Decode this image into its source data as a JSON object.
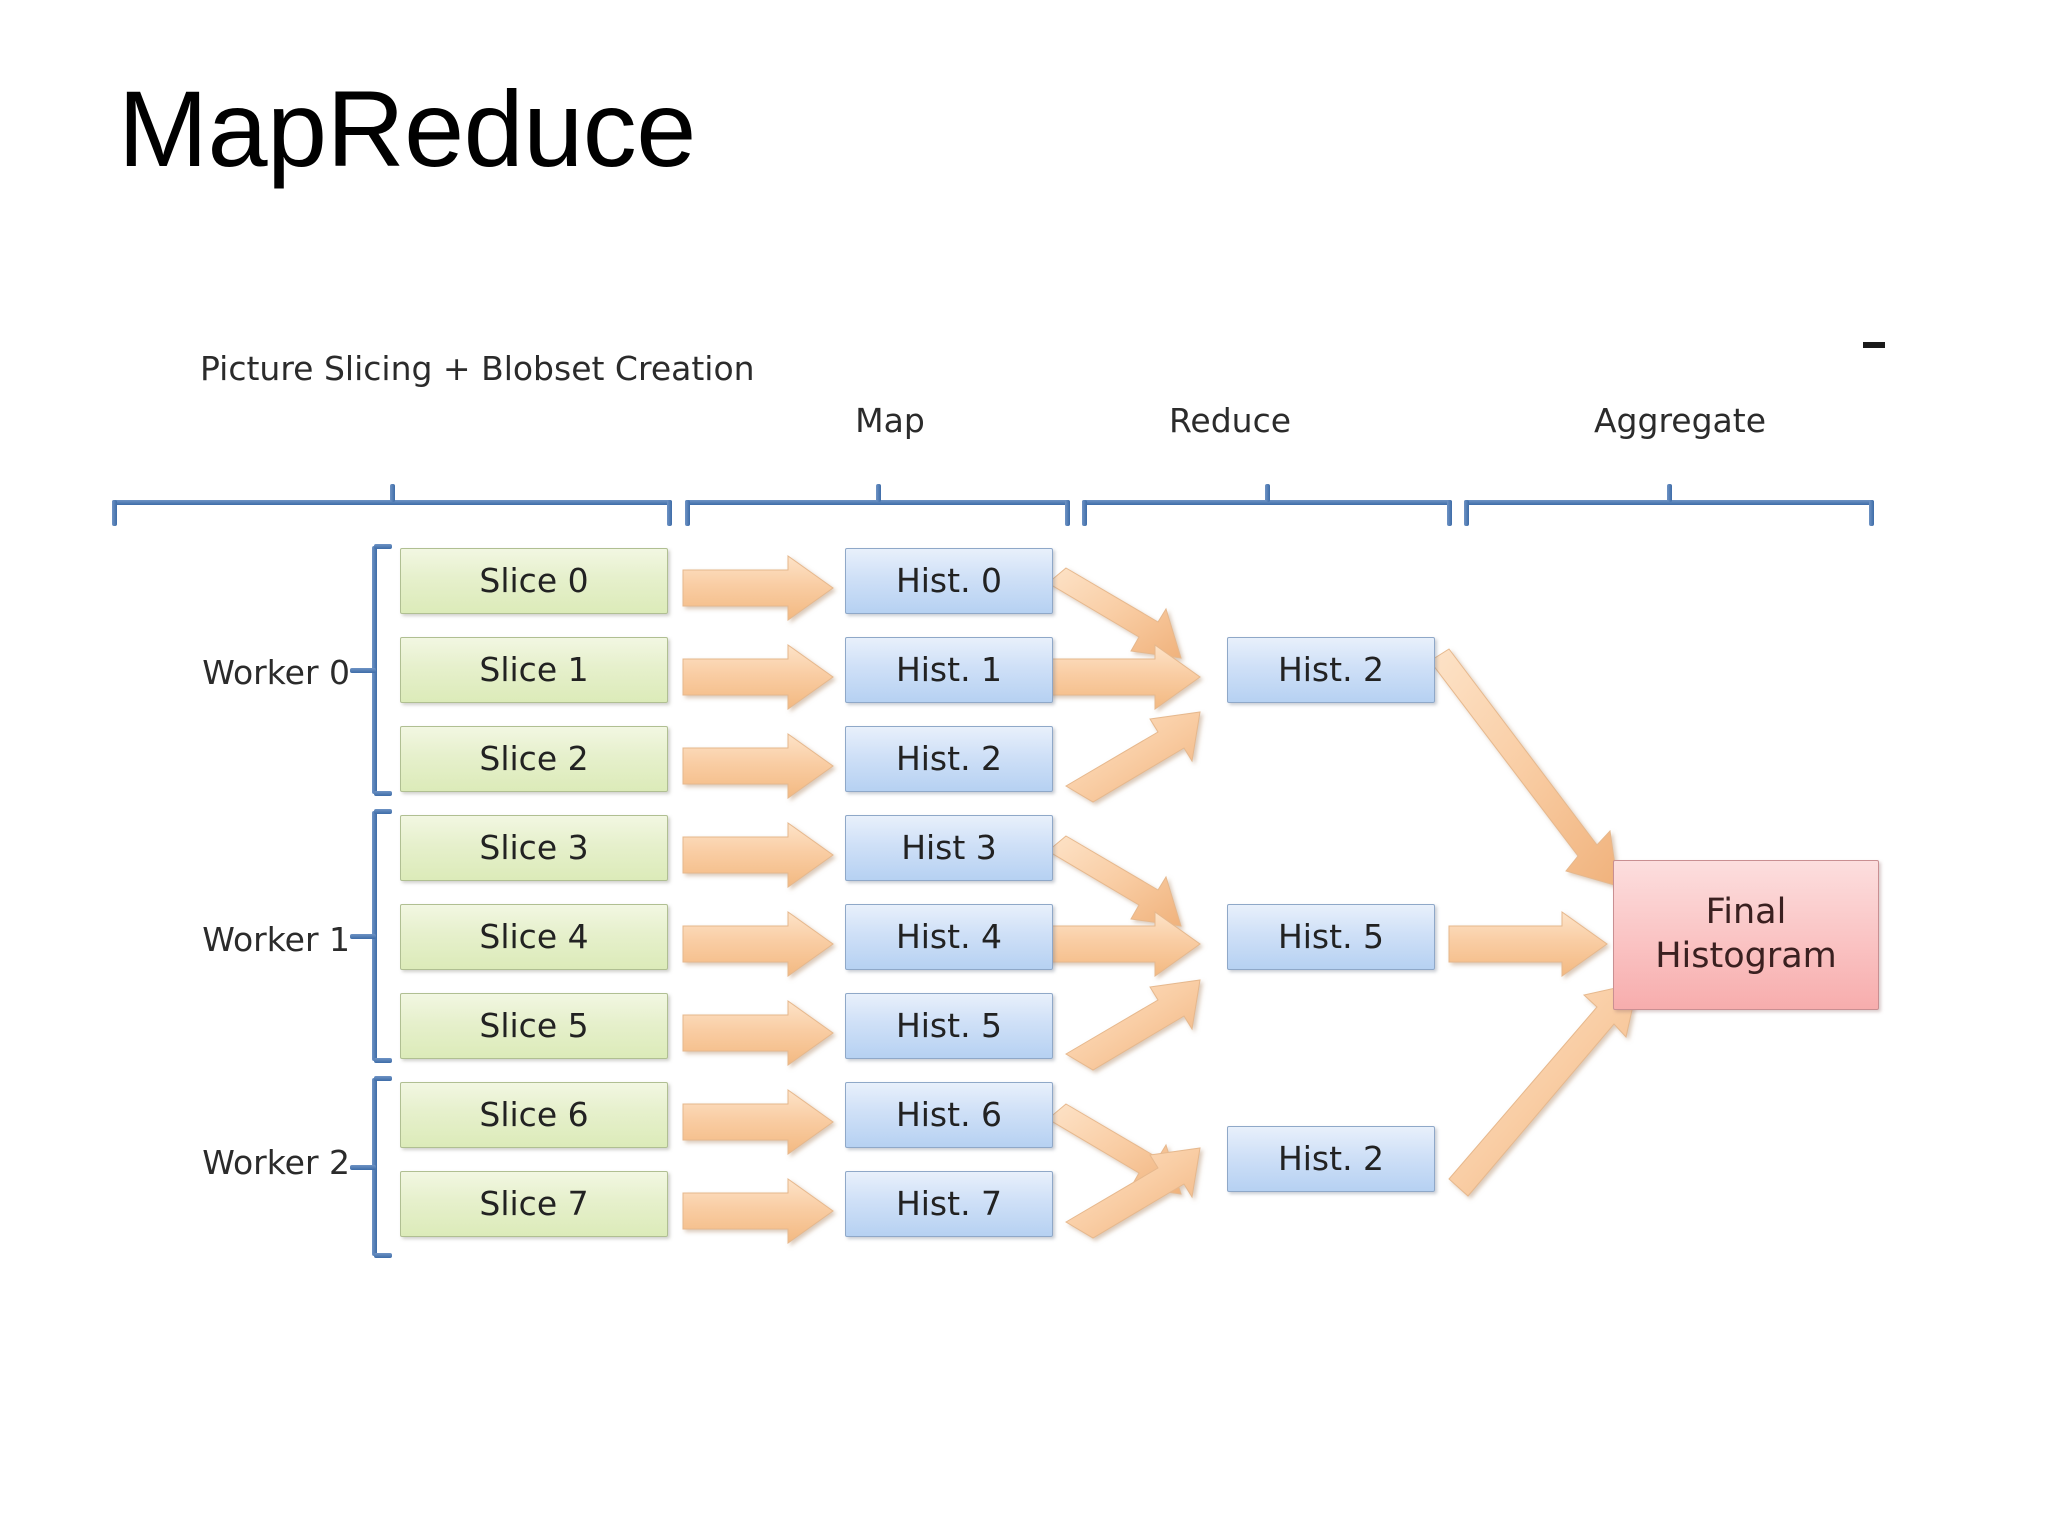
{
  "slide": {
    "title": "MapReduce",
    "background_color": "#ffffff"
  },
  "stages": [
    {
      "id": "slicing",
      "label": "Picture Slicing +\nBlobset Creation"
    },
    {
      "id": "map",
      "label": "Map"
    },
    {
      "id": "reduce",
      "label": "Reduce"
    },
    {
      "id": "aggregate",
      "label": "Aggregate"
    }
  ],
  "workers": [
    {
      "id": "worker-0",
      "label": "Worker 0"
    },
    {
      "id": "worker-1",
      "label": "Worker 1"
    },
    {
      "id": "worker-2",
      "label": "Worker 2"
    }
  ],
  "slices": [
    {
      "label": "Slice 0"
    },
    {
      "label": "Slice 1"
    },
    {
      "label": "Slice 2"
    },
    {
      "label": "Slice 3"
    },
    {
      "label": "Slice 4"
    },
    {
      "label": "Slice 5"
    },
    {
      "label": "Slice 6"
    },
    {
      "label": "Slice 7"
    }
  ],
  "map_outputs": [
    {
      "label": "Hist. 0"
    },
    {
      "label": "Hist. 1"
    },
    {
      "label": "Hist. 2"
    },
    {
      "label": "Hist 3"
    },
    {
      "label": "Hist. 4"
    },
    {
      "label": "Hist. 5"
    },
    {
      "label": "Hist. 6"
    },
    {
      "label": "Hist. 7"
    }
  ],
  "reduce_outputs": [
    {
      "label": "Hist. 2"
    },
    {
      "label": "Hist. 5"
    },
    {
      "label": "Hist. 2"
    }
  ],
  "final": {
    "label": "Final\nHistogram"
  },
  "colors": {
    "slice_fill": "#dcebb9",
    "hist_fill": "#b6d1f2",
    "final_fill": "#f7adad",
    "arrow_fill": "#f9cda4",
    "bracket_blue": "#3e6ca8",
    "text": "#222222"
  },
  "annotations": {
    "stray_mark": "-"
  }
}
